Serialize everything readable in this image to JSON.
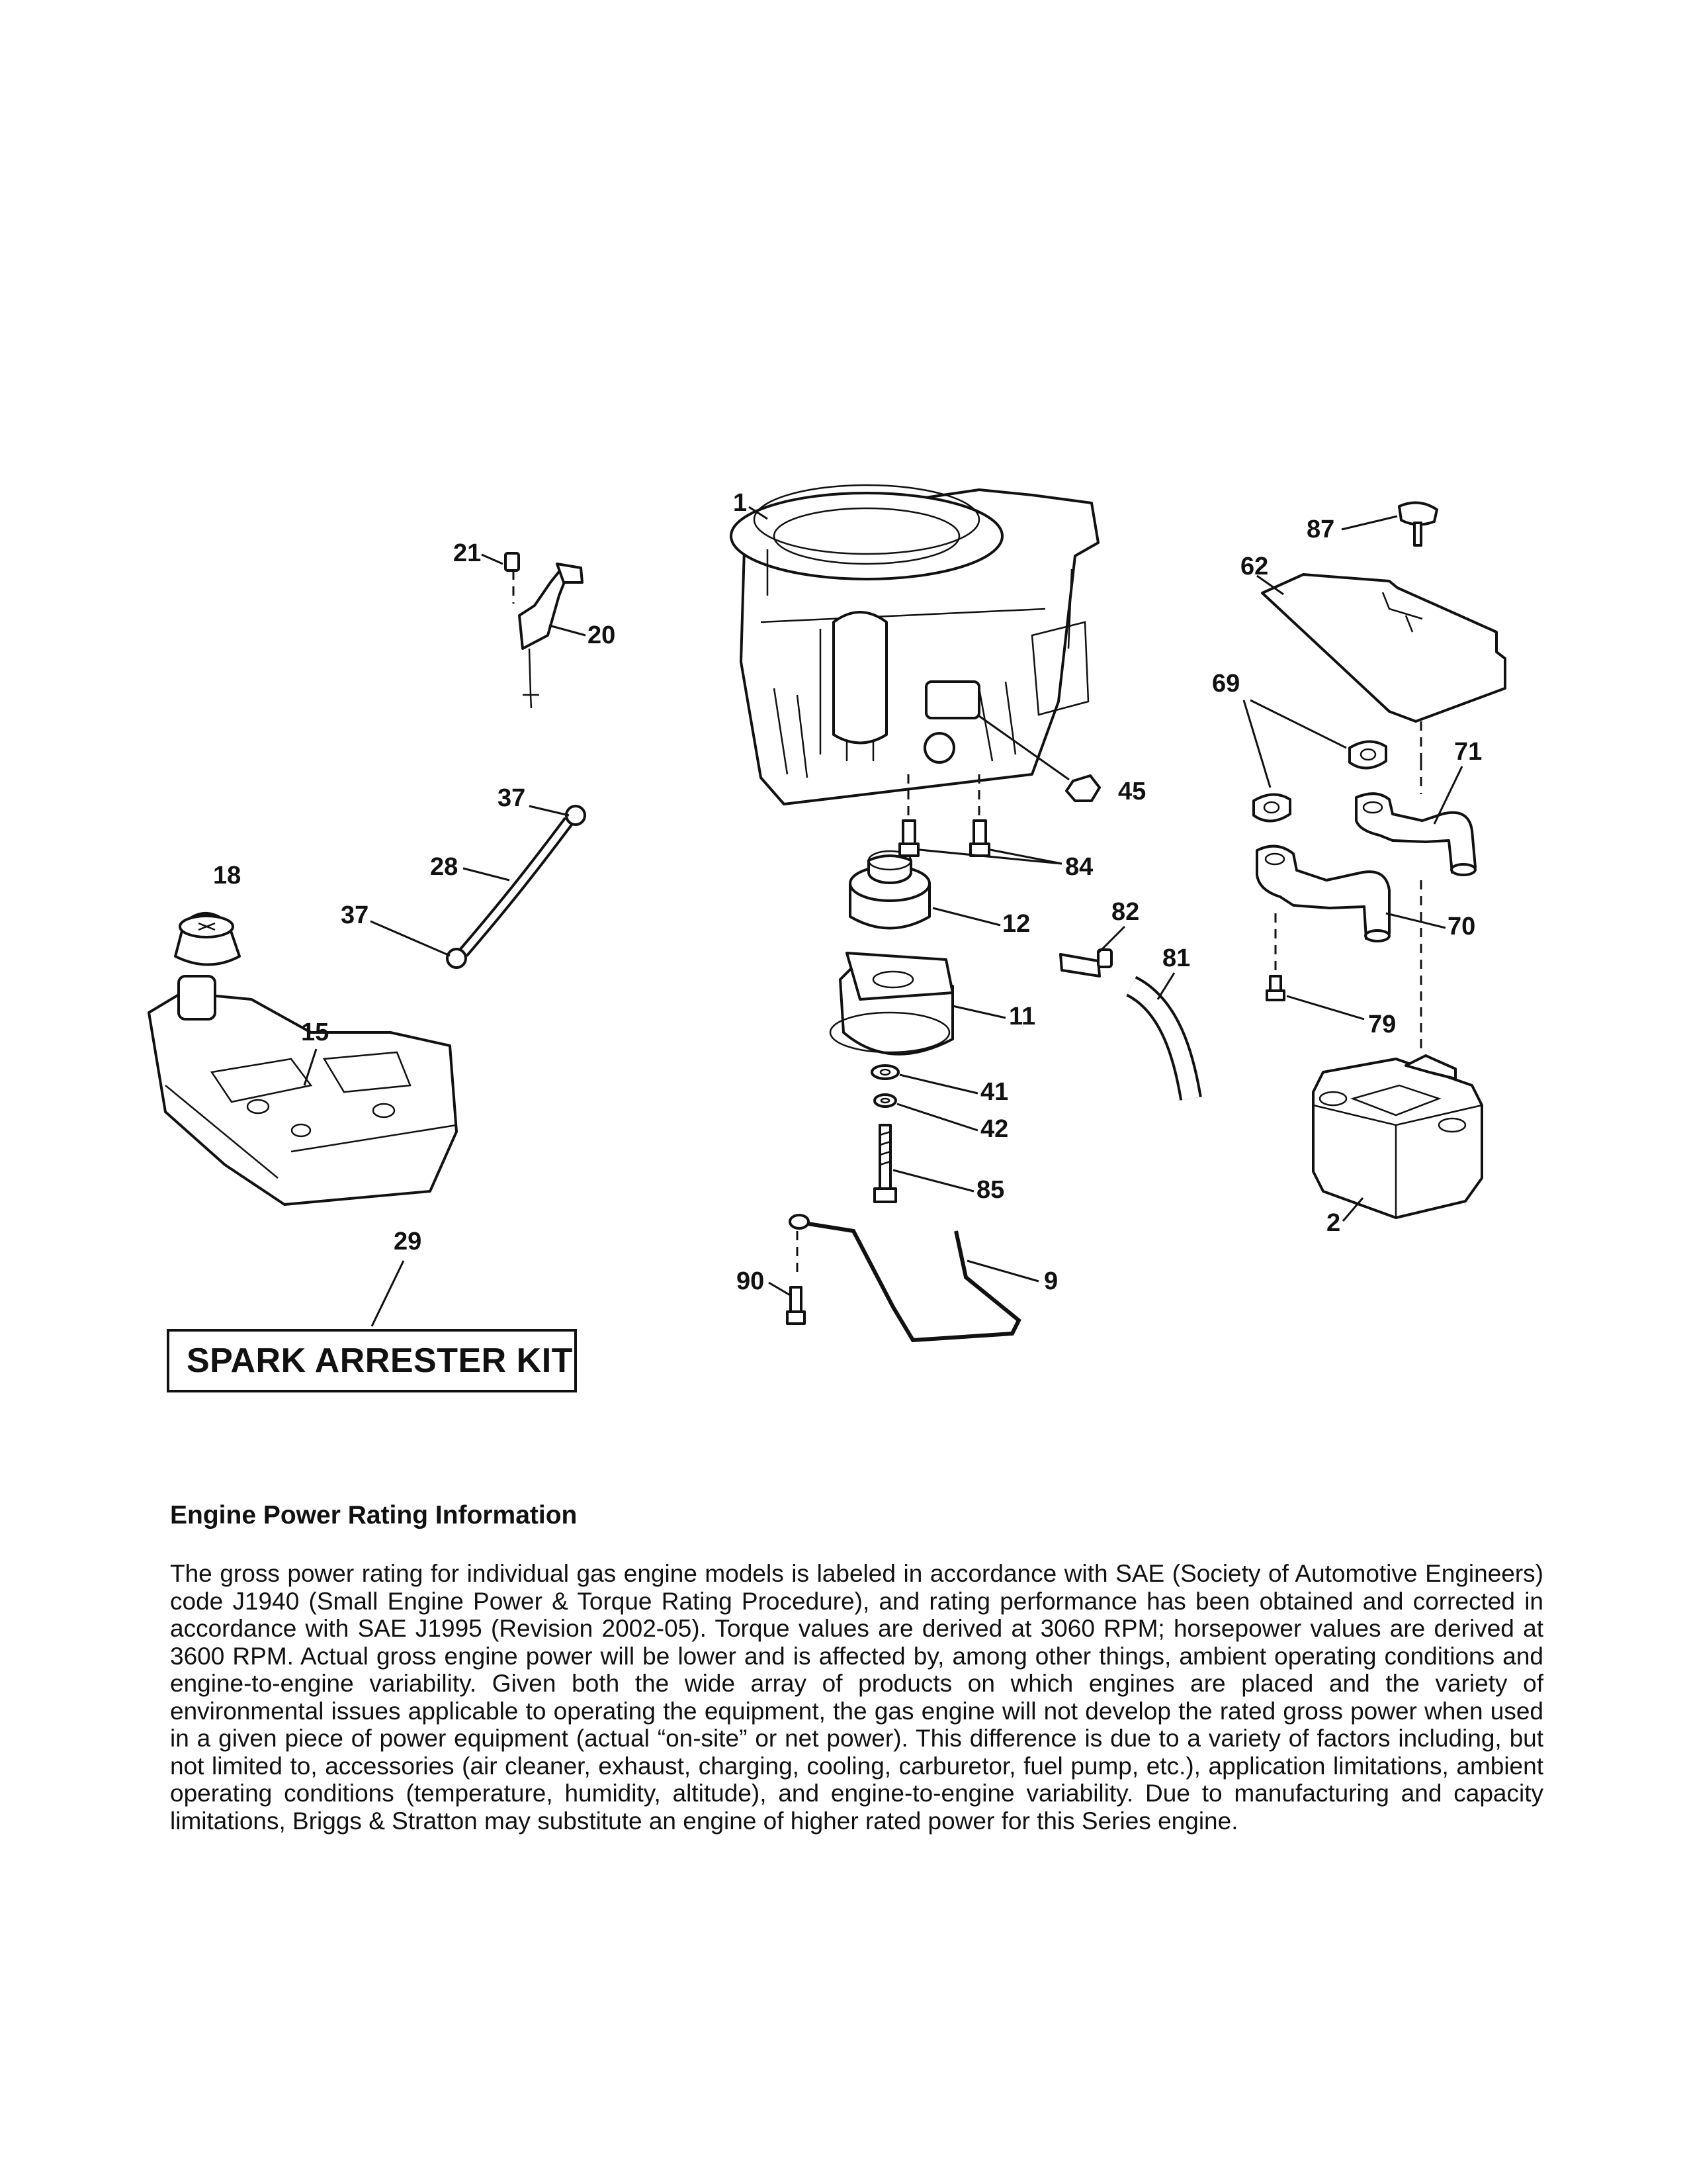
{
  "labels": {
    "engine": "1",
    "muffler": "2",
    "stabilizer_rod": "9",
    "clutch": "11",
    "pulley": "12",
    "fuel_tank": "15",
    "fuel_cap": "18",
    "throttle_control": "20",
    "control_bolt": "21",
    "fuel_line": "28",
    "spark_kit": "29",
    "clamp_top": "37",
    "clamp_bottom": "37",
    "washer": "41",
    "lock_washer": "42",
    "nut": "45",
    "heat_shield": "62",
    "gasket": "69",
    "exhaust_pipe_right": "70",
    "exhaust_pipe_left": "71",
    "muffler_bolt": "79",
    "breather_hose": "81",
    "drain_valve": "82",
    "engine_bolts": "84",
    "clutch_bolt": "85",
    "shield_knob": "87",
    "rod_bolt": "90"
  },
  "spark_kit_text": "SPARK ARRESTER KIT",
  "info": {
    "title": "Engine Power Rating Information",
    "body": "The gross power rating for individual gas engine models is labeled in accordance with SAE (Society of Automotive Engineers) code J1940 (Small Engine Power & Torque Rating Procedure), and rating performance has been obtained and corrected in accordance with SAE J1995 (Revision 2002-05). Torque values are derived at 3060 RPM; horsepower values are derived at 3600 RPM. Actual gross engine power will be lower and is affected by, among other things, ambient operating conditions and engine-to-engine variability. Given both the wide array of products on which engines are placed and the variety of environmental issues applicable to operating the equipment, the gas engine will not develop the rated gross power when used in a given piece of power equipment (actual “on-site” or net power). This difference is due to a variety of factors including, but not limited to, accessories (air cleaner, exhaust, charging, cooling, carburetor, fuel pump, etc.), application limitations, ambient operating conditions (temperature, humidity, altitude), and engine-to-engine variability. Due to manufacturing and capacity limitations, Briggs & Stratton may substitute an engine of higher rated power for this Series engine."
  }
}
